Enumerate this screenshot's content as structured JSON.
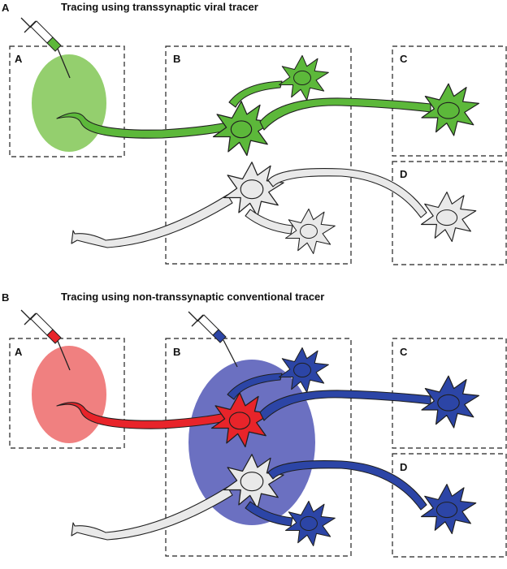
{
  "colors": {
    "green": "#5cb83a",
    "green_light": "#94cf6e",
    "grey": "#e9e9e9",
    "red": "#e8242a",
    "red_light": "#f08080",
    "blue": "#2c45a6",
    "blue_region": "#6b70c1"
  },
  "panel_a": {
    "letter": "A",
    "title": "Tracing using transsynaptic viral tracer",
    "regions": {
      "a": "A",
      "b": "B",
      "c": "C",
      "d": "D"
    }
  },
  "panel_b": {
    "letter": "B",
    "title": "Tracing using non-transsynaptic conventional tracer",
    "regions": {
      "a": "A",
      "b": "B",
      "c": "C",
      "d": "D"
    }
  },
  "icons": [
    "syringe-icon",
    "neuron-icon"
  ]
}
